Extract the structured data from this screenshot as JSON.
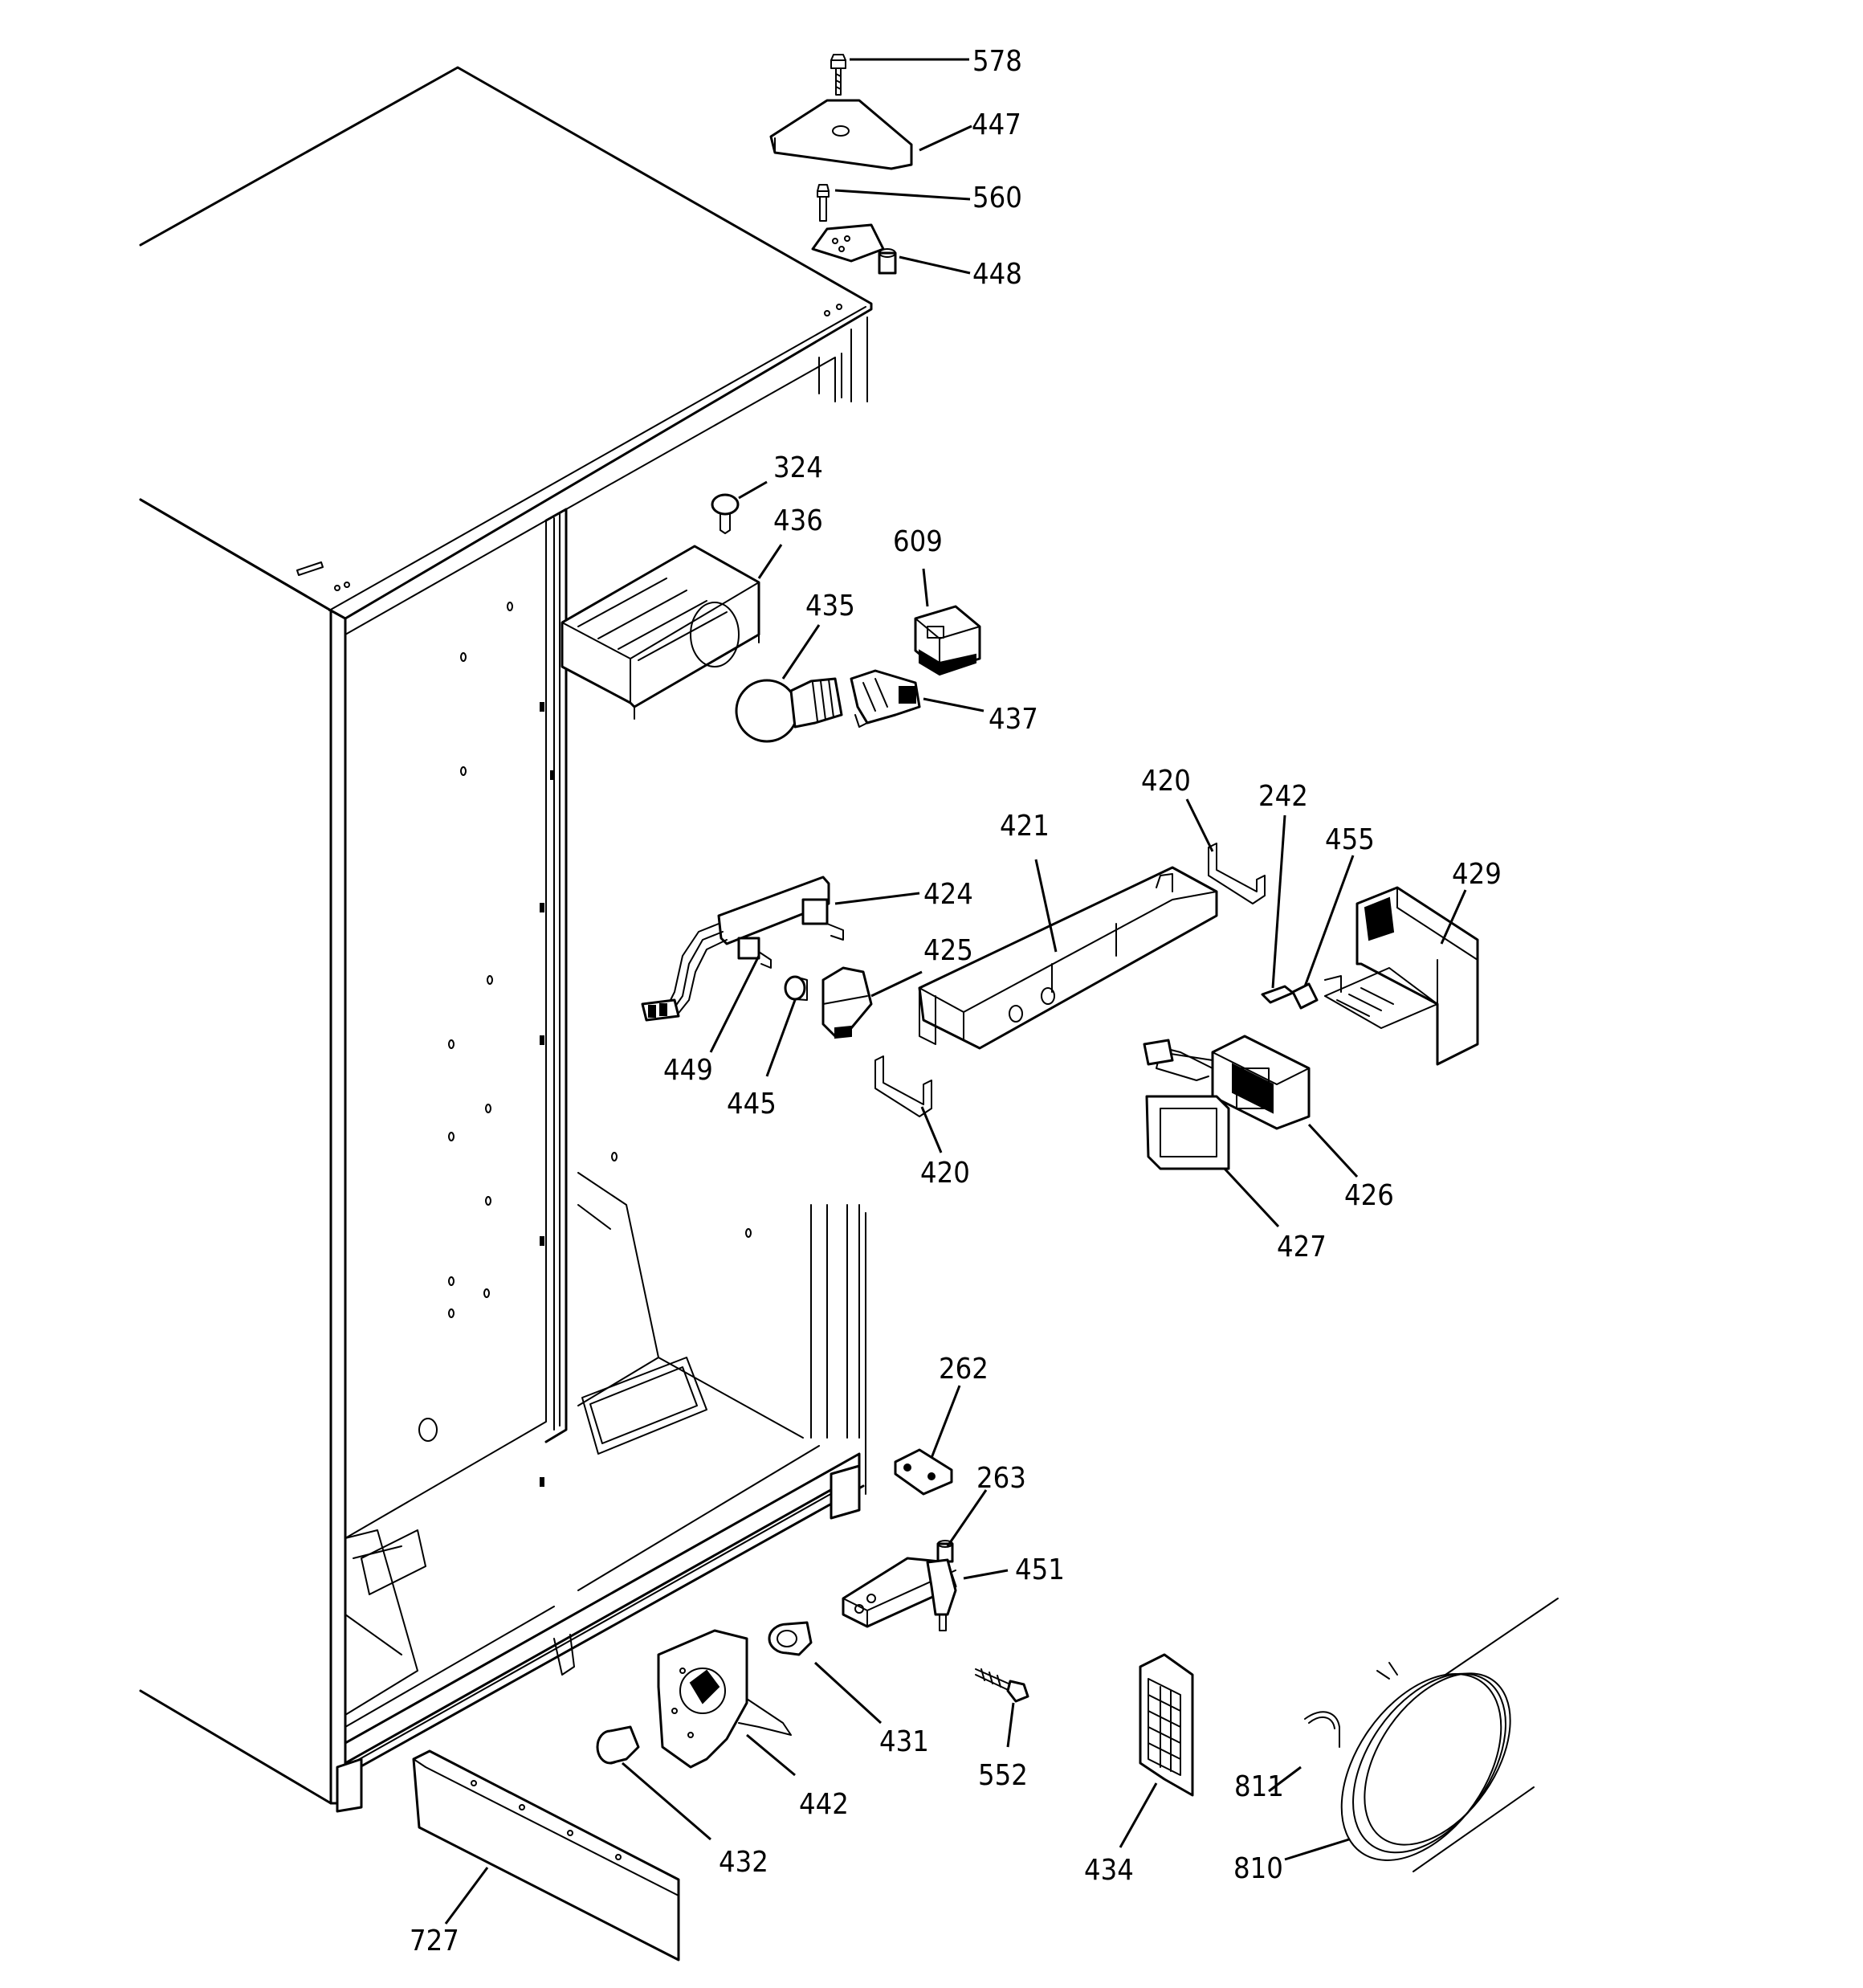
{
  "callouts": [
    {
      "id": "c578",
      "label": "578"
    },
    {
      "id": "c447",
      "label": "447"
    },
    {
      "id": "c560",
      "label": "560"
    },
    {
      "id": "c448",
      "label": "448"
    },
    {
      "id": "c324",
      "label": "324"
    },
    {
      "id": "c436",
      "label": "436"
    },
    {
      "id": "c609",
      "label": "609"
    },
    {
      "id": "c435",
      "label": "435"
    },
    {
      "id": "c437",
      "label": "437"
    },
    {
      "id": "c420a",
      "label": "420"
    },
    {
      "id": "c242",
      "label": "242"
    },
    {
      "id": "c421",
      "label": "421"
    },
    {
      "id": "c455",
      "label": "455"
    },
    {
      "id": "c429",
      "label": "429"
    },
    {
      "id": "c424",
      "label": "424"
    },
    {
      "id": "c425",
      "label": "425"
    },
    {
      "id": "c449",
      "label": "449"
    },
    {
      "id": "c445",
      "label": "445"
    },
    {
      "id": "c420b",
      "label": "420"
    },
    {
      "id": "c426",
      "label": "426"
    },
    {
      "id": "c427",
      "label": "427"
    },
    {
      "id": "c262",
      "label": "262"
    },
    {
      "id": "c263",
      "label": "263"
    },
    {
      "id": "c451",
      "label": "451"
    },
    {
      "id": "c431",
      "label": "431"
    },
    {
      "id": "c552",
      "label": "552"
    },
    {
      "id": "c442",
      "label": "442"
    },
    {
      "id": "c811",
      "label": "811"
    },
    {
      "id": "c432",
      "label": "432"
    },
    {
      "id": "c434",
      "label": "434"
    },
    {
      "id": "c810",
      "label": "810"
    },
    {
      "id": "c727",
      "label": "727"
    }
  ]
}
